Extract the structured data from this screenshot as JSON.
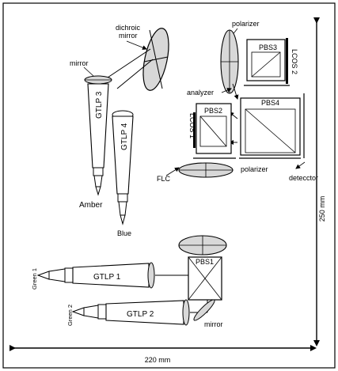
{
  "labels": {
    "dichroic_mirror": "dichroic\nmirror",
    "mirror_top": "mirror",
    "polarizer_top": "polarizer",
    "pbs3": "PBS3",
    "lcos2": "LCOS 2",
    "analyzer": "analyzer",
    "pbs2": "PBS2",
    "pbs4": "PBS4",
    "lcos1": "LCOS 1",
    "gtlp3": "GTLP 3",
    "gtlp4": "GTLP 4",
    "flc": "FLC",
    "polarizer_bottom": "polarizer",
    "detector": "detecctor",
    "amber": "Amber",
    "blue": "Blue",
    "pbs1": "PBS1",
    "green1": "Green 1",
    "gtlp1": "GTLP 1",
    "green2": "Green 2",
    "gtlp2": "GTLP 2",
    "mirror_bottom": "mirror",
    "dim_width": "220 mm",
    "dim_height": "250 mm"
  }
}
